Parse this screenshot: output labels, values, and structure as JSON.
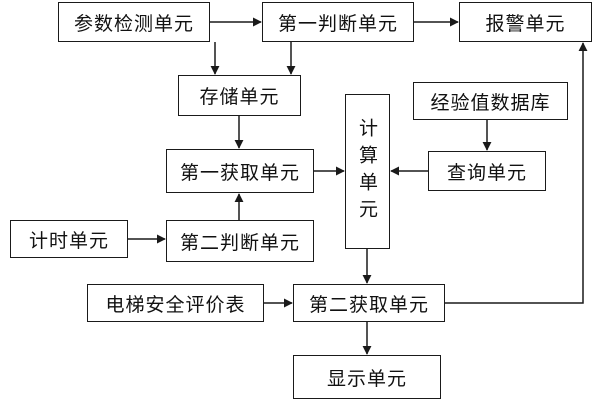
{
  "nodes": {
    "param_detect": "参数检测单元",
    "first_judge": "第一判断单元",
    "alarm": "报警单元",
    "storage": "存储单元",
    "calc": "计算单元",
    "experience_db": "经验值数据库",
    "first_acquire": "第一获取单元",
    "query": "查询单元",
    "timer": "计时单元",
    "second_judge": "第二判断单元",
    "safety_table": "电梯安全评价表",
    "second_acquire": "第二获取单元",
    "display": "显示单元"
  },
  "edges": [
    {
      "from": "param_detect",
      "to": "first_judge"
    },
    {
      "from": "first_judge",
      "to": "alarm"
    },
    {
      "from": "param_detect",
      "to": "storage"
    },
    {
      "from": "first_judge",
      "to": "storage"
    },
    {
      "from": "storage",
      "to": "first_acquire"
    },
    {
      "from": "experience_db",
      "to": "query"
    },
    {
      "from": "query",
      "to": "calc"
    },
    {
      "from": "first_acquire",
      "to": "calc"
    },
    {
      "from": "timer",
      "to": "second_judge"
    },
    {
      "from": "second_judge",
      "to": "first_acquire"
    },
    {
      "from": "calc",
      "to": "second_acquire"
    },
    {
      "from": "safety_table",
      "to": "second_acquire"
    },
    {
      "from": "second_acquire",
      "to": "display"
    },
    {
      "from": "second_acquire",
      "to": "alarm"
    }
  ],
  "colors": {
    "stroke": "#1a1a1a",
    "background": "#ffffff",
    "text": "#111111"
  }
}
